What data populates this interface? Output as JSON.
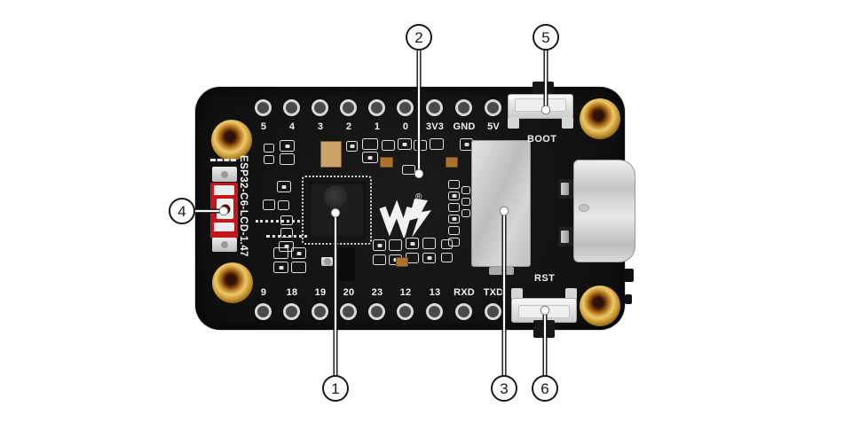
{
  "board": {
    "silkscreen_name": "ESP32-C6-LCD-1.47",
    "pins": {
      "top": [
        "5",
        "4",
        "3",
        "2",
        "1",
        "0",
        "3V3",
        "GND",
        "5V"
      ],
      "bottom": [
        "9",
        "18",
        "19",
        "20",
        "23",
        "12",
        "13",
        "RXD",
        "TXD"
      ]
    },
    "buttons": {
      "boot_label": "BOOT",
      "reset_label": "RST"
    },
    "logo": {
      "icon": "waveshare-logo",
      "registered_mark": "®"
    }
  },
  "callouts": [
    {
      "number": "1",
      "target": "esp32-c6-chip"
    },
    {
      "number": "2",
      "target": "smd-component-near-chip"
    },
    {
      "number": "3",
      "target": "display-connector-shield"
    },
    {
      "number": "4",
      "target": "rgb-led"
    },
    {
      "number": "5",
      "target": "boot-button"
    },
    {
      "number": "6",
      "target": "reset-button"
    }
  ],
  "colors": {
    "background": "#ffffff",
    "board_black": "#141414",
    "silkscreen_white": "#f0f0f0",
    "led_red": "#c4161c",
    "mount_gold": "#cf9f3e",
    "metal_silver": "#cfcfcf"
  }
}
